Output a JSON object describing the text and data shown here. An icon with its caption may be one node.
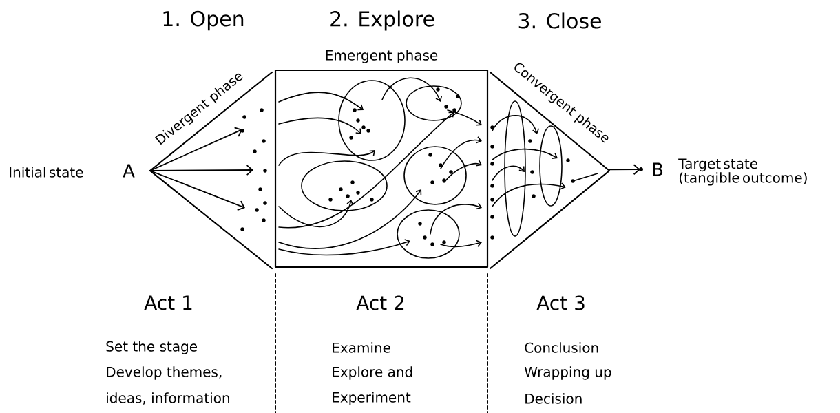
{
  "diagram": {
    "nodes": [
      {
        "text": [
          "A"
        ],
        "beside": [
          "Initial state"
        ]
      },
      {
        "text": [
          "Divergent phase"
        ]
      },
      {
        "text": [
          "Emergent phase"
        ]
      },
      {
        "text": [
          "Convergent phase"
        ]
      },
      {
        "text": [
          "B"
        ],
        "beside": [
          "Target state (tangible outcome)"
        ]
      }
    ],
    "edges": [
      {
        "from": 0,
        "to": 1,
        "arrow": "to"
      },
      {
        "from": 0,
        "to": 1,
        "arrow": "to"
      },
      {
        "from": 0,
        "to": 1,
        "arrow": "to"
      },
      {
        "from": 3,
        "to": 4,
        "arrow": "to"
      }
    ],
    "labels": [
      "1. Open",
      "2. Explore",
      "3. Close",
      "Act 1",
      "Act 2",
      "Act 3",
      "Set the stage",
      "Develop themes,",
      "ideas, information",
      "Examine",
      "Explore and",
      "Experiment",
      "Conclusion",
      "Wrapping up",
      "Decision"
    ]
  }
}
